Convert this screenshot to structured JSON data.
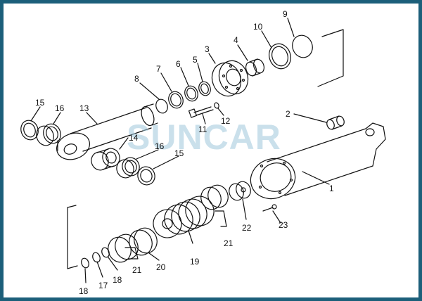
{
  "watermark": {
    "brand": "SUNCAR",
    "color": "#9fc7dc"
  },
  "frame": {
    "border_color": "#1c5f7a"
  },
  "callouts": [
    {
      "id": "c9",
      "text": "9"
    },
    {
      "id": "c10",
      "text": "10"
    },
    {
      "id": "c3",
      "text": "3"
    },
    {
      "id": "c4",
      "text": "4"
    },
    {
      "id": "c6",
      "text": "6"
    },
    {
      "id": "c5",
      "text": "5"
    },
    {
      "id": "c7",
      "text": "7"
    },
    {
      "id": "c8",
      "text": "8"
    },
    {
      "id": "c15a",
      "text": "15"
    },
    {
      "id": "c16a",
      "text": "16"
    },
    {
      "id": "c13",
      "text": "13"
    },
    {
      "id": "c2",
      "text": "2"
    },
    {
      "id": "c12",
      "text": "12"
    },
    {
      "id": "c11",
      "text": "11"
    },
    {
      "id": "c14",
      "text": "14"
    },
    {
      "id": "c16b",
      "text": "16"
    },
    {
      "id": "c15b",
      "text": "15"
    },
    {
      "id": "c1",
      "text": "1"
    },
    {
      "id": "c22",
      "text": "22"
    },
    {
      "id": "c23",
      "text": "23"
    },
    {
      "id": "c21a",
      "text": "21"
    },
    {
      "id": "c19",
      "text": "19"
    },
    {
      "id": "c21b",
      "text": "21"
    },
    {
      "id": "c20",
      "text": "20"
    },
    {
      "id": "c18a",
      "text": "18"
    },
    {
      "id": "c17",
      "text": "17"
    },
    {
      "id": "c18b",
      "text": "18"
    }
  ]
}
